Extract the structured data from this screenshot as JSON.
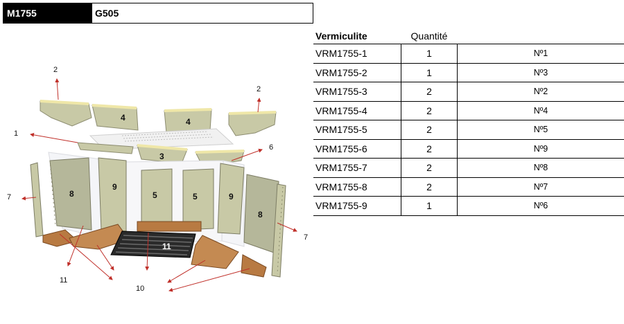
{
  "header": {
    "code": "M1755",
    "model": "G505"
  },
  "table": {
    "columns": [
      "Vermiculite",
      "Quantité",
      ""
    ],
    "rows": [
      {
        "ref": "VRM1755-1",
        "qty": "1",
        "num": "Nº1"
      },
      {
        "ref": "VRM1755-2",
        "qty": "1",
        "num": "Nº3"
      },
      {
        "ref": "VRM1755-3",
        "qty": "2",
        "num": "Nº2"
      },
      {
        "ref": "VRM1755-4",
        "qty": "2",
        "num": "Nº4"
      },
      {
        "ref": "VRM1755-5",
        "qty": "2",
        "num": "Nº5"
      },
      {
        "ref": "VRM1755-6",
        "qty": "2",
        "num": "Nº9"
      },
      {
        "ref": "VRM1755-7",
        "qty": "2",
        "num": "Nº8"
      },
      {
        "ref": "VRM1755-8",
        "qty": "2",
        "num": "Nº7"
      },
      {
        "ref": "VRM1755-9",
        "qty": "1",
        "num": "Nº6"
      }
    ]
  },
  "diagram": {
    "callouts": [
      "2",
      "2",
      "1",
      "6",
      "7",
      "7",
      "11",
      "10"
    ],
    "part_numbers": [
      "4",
      "4",
      "3",
      "8",
      "9",
      "5",
      "5",
      "9",
      "8",
      "11"
    ],
    "colors": {
      "panel": "#c8c9a6",
      "panel_top": "#efe7a8",
      "brick": "#b87a42",
      "grate": "#2a2a2a",
      "arrow": "#c0302a"
    }
  }
}
